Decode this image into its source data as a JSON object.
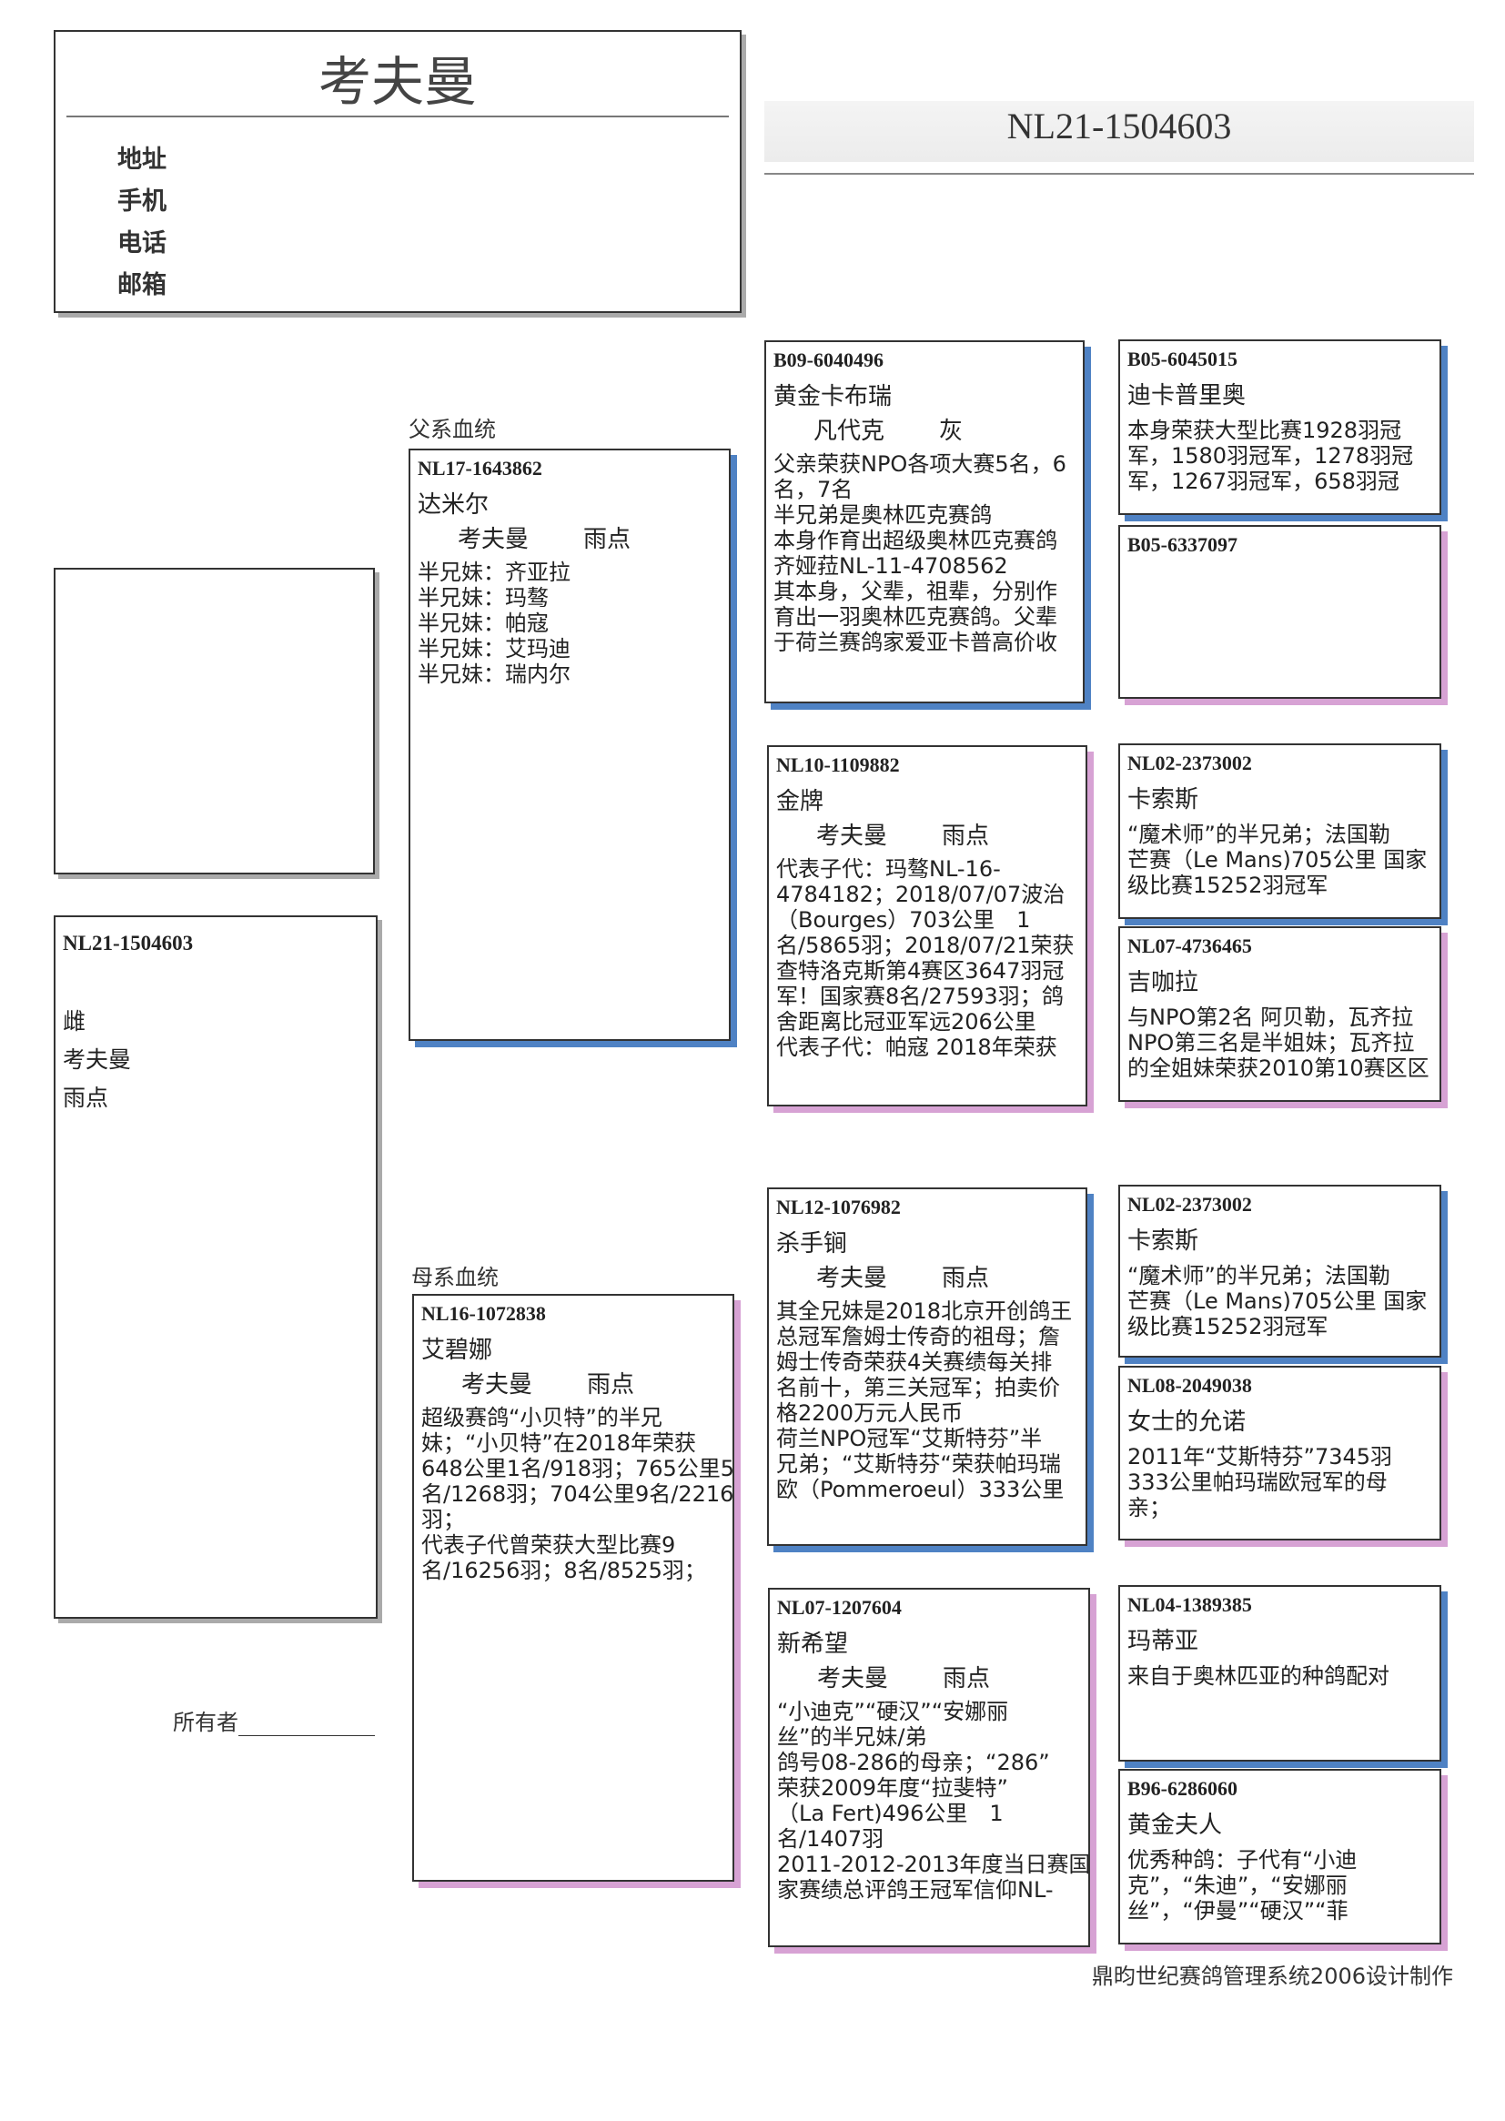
{
  "header": {
    "owner_name": "考夫曼",
    "contacts": [
      "地址",
      "手机",
      "电话",
      "邮箱"
    ]
  },
  "pigeon_id": "NL21-1504603",
  "subject": {
    "id": "NL21-1504603",
    "sex": "雌",
    "breeder": "考夫曼",
    "color": "雨点"
  },
  "owner_label": "所有者",
  "sire_label": "父系血统",
  "dam_label": "母系血统",
  "footer": "鼎昀世纪赛鸽管理系统2006设计制作",
  "cards": {
    "sire": {
      "id": "NL17-1643862",
      "name": "达米尔",
      "breeder": "考夫曼",
      "color": "雨点",
      "notes": [
        "半兄妹：齐亚拉",
        "半兄妹：玛骜",
        "半兄妹：帕寇",
        "半兄妹：艾玛迪",
        "半兄妹：瑞内尔"
      ]
    },
    "dam": {
      "id": "NL16-1072838",
      "name": "艾碧娜",
      "breeder": "考夫曼",
      "color": "雨点",
      "notes": [
        "超级赛鸽“小贝特”的半兄",
        "妹；“小贝特”在2018年荣获",
        "648公里1名/918羽；765公里5",
        "名/1268羽；704公里9名/2216",
        "羽；",
        "代表子代曾荣获大型比赛9",
        "名/16256羽；8名/8525羽；"
      ]
    },
    "ss": {
      "id": "B09-6040496",
      "name": "黄金卡布瑞",
      "breeder": "凡代克",
      "color": "灰",
      "notes": [
        "父亲荣获NPO各项大赛5名，6",
        "名，7名",
        "半兄弟是奥林匹克赛鸽",
        "本身作育出超级奥林匹克赛鸽",
        "齐娅菈NL-11-4708562",
        "其本身，父辈，祖辈，分别作",
        "育出一羽奥林匹克赛鸽。父辈",
        "于荷兰赛鸽家爱亚卡普高价收"
      ]
    },
    "sd": {
      "id": "NL10-1109882",
      "name": "金牌",
      "breeder": "考夫曼",
      "color": "雨点",
      "notes": [
        "代表子代：玛骜NL-16-",
        "4784182；2018/07/07波治",
        "（Bourges）703公里　1",
        "名/5865羽；2018/07/21荣获",
        "查特洛克斯第4赛区3647羽冠",
        "军！国家赛8名/27593羽；鸽",
        "舍距离比冠亚军远206公里",
        "代表子代：帕寇 2018年荣获"
      ]
    },
    "ds": {
      "id": "NL12-1076982",
      "name": "杀手锏",
      "breeder": "考夫曼",
      "color": "雨点",
      "notes": [
        "其全兄妹是2018北京开创鸽王",
        "总冠军詹姆士传奇的祖母；詹",
        "姆士传奇荣获4关赛绩每关排",
        "名前十，第三关冠军；拍卖价",
        "格2200万元人民币",
        "荷兰NPO冠军“艾斯特芬”半",
        "兄弟；“艾斯特芬“荣获帕玛瑞",
        "欧（Pommeroeul）333公里"
      ]
    },
    "dd": {
      "id": "NL07-1207604",
      "name": "新希望",
      "breeder": "考夫曼",
      "color": "雨点",
      "notes": [
        "“小迪克”“硬汉”“安娜丽",
        "丝”的半兄妹/弟",
        "鸽号08-286的母亲；“286”",
        "荣获2009年度“拉斐特”",
        "（La Fert)496公里　1",
        "名/1407羽",
        "2011-2012-2013年度当日赛国",
        "家赛绩总评鸽王冠军信仰NL-"
      ]
    },
    "sss": {
      "id": "B05-6045015",
      "name": "迪卡普里奥",
      "notes": [
        "本身荣获大型比赛1928羽冠",
        "军，1580羽冠军，1278羽冠",
        "军，1267羽冠军，658羽冠"
      ]
    },
    "ssd": {
      "id": "B05-6337097",
      "name": "",
      "notes": []
    },
    "sds": {
      "id": "NL02-2373002",
      "name": "卡索斯",
      "notes": [
        "“魔术师”的半兄弟；法国勒",
        "芒赛（Le Mans)705公里 国家",
        "级比赛15252羽冠军"
      ]
    },
    "sdd": {
      "id": "NL07-4736465",
      "name": "吉咖拉",
      "notes": [
        "与NPO第2名 阿贝勒，瓦齐拉",
        "NPO第三名是半姐妹；瓦齐拉",
        "的全姐妹荣获2010第10赛区区"
      ]
    },
    "dss": {
      "id": "NL02-2373002",
      "name": "卡索斯",
      "notes": [
        "“魔术师”的半兄弟；法国勒",
        "芒赛（Le Mans)705公里 国家",
        "级比赛15252羽冠军"
      ]
    },
    "dsd": {
      "id": "NL08-2049038",
      "name": "女士的允诺",
      "notes": [
        "2011年“艾斯特芬”7345羽",
        "333公里帕玛瑞欧冠军的母",
        "亲；"
      ]
    },
    "dds": {
      "id": "NL04-1389385",
      "name": "玛蒂亚",
      "notes": [
        "来自于奥林匹亚的种鸽配对"
      ]
    },
    "ddd": {
      "id": "B96-6286060",
      "name": "黄金夫人",
      "notes": [
        "优秀种鸽：子代有“小迪",
        "克”，“朱迪”，“安娜丽",
        "丝”，“伊曼”“硬汉”“菲"
      ]
    }
  },
  "colors": {
    "sire_shadow": "#4f82c4",
    "dam_shadow": "#d7a2d4"
  }
}
